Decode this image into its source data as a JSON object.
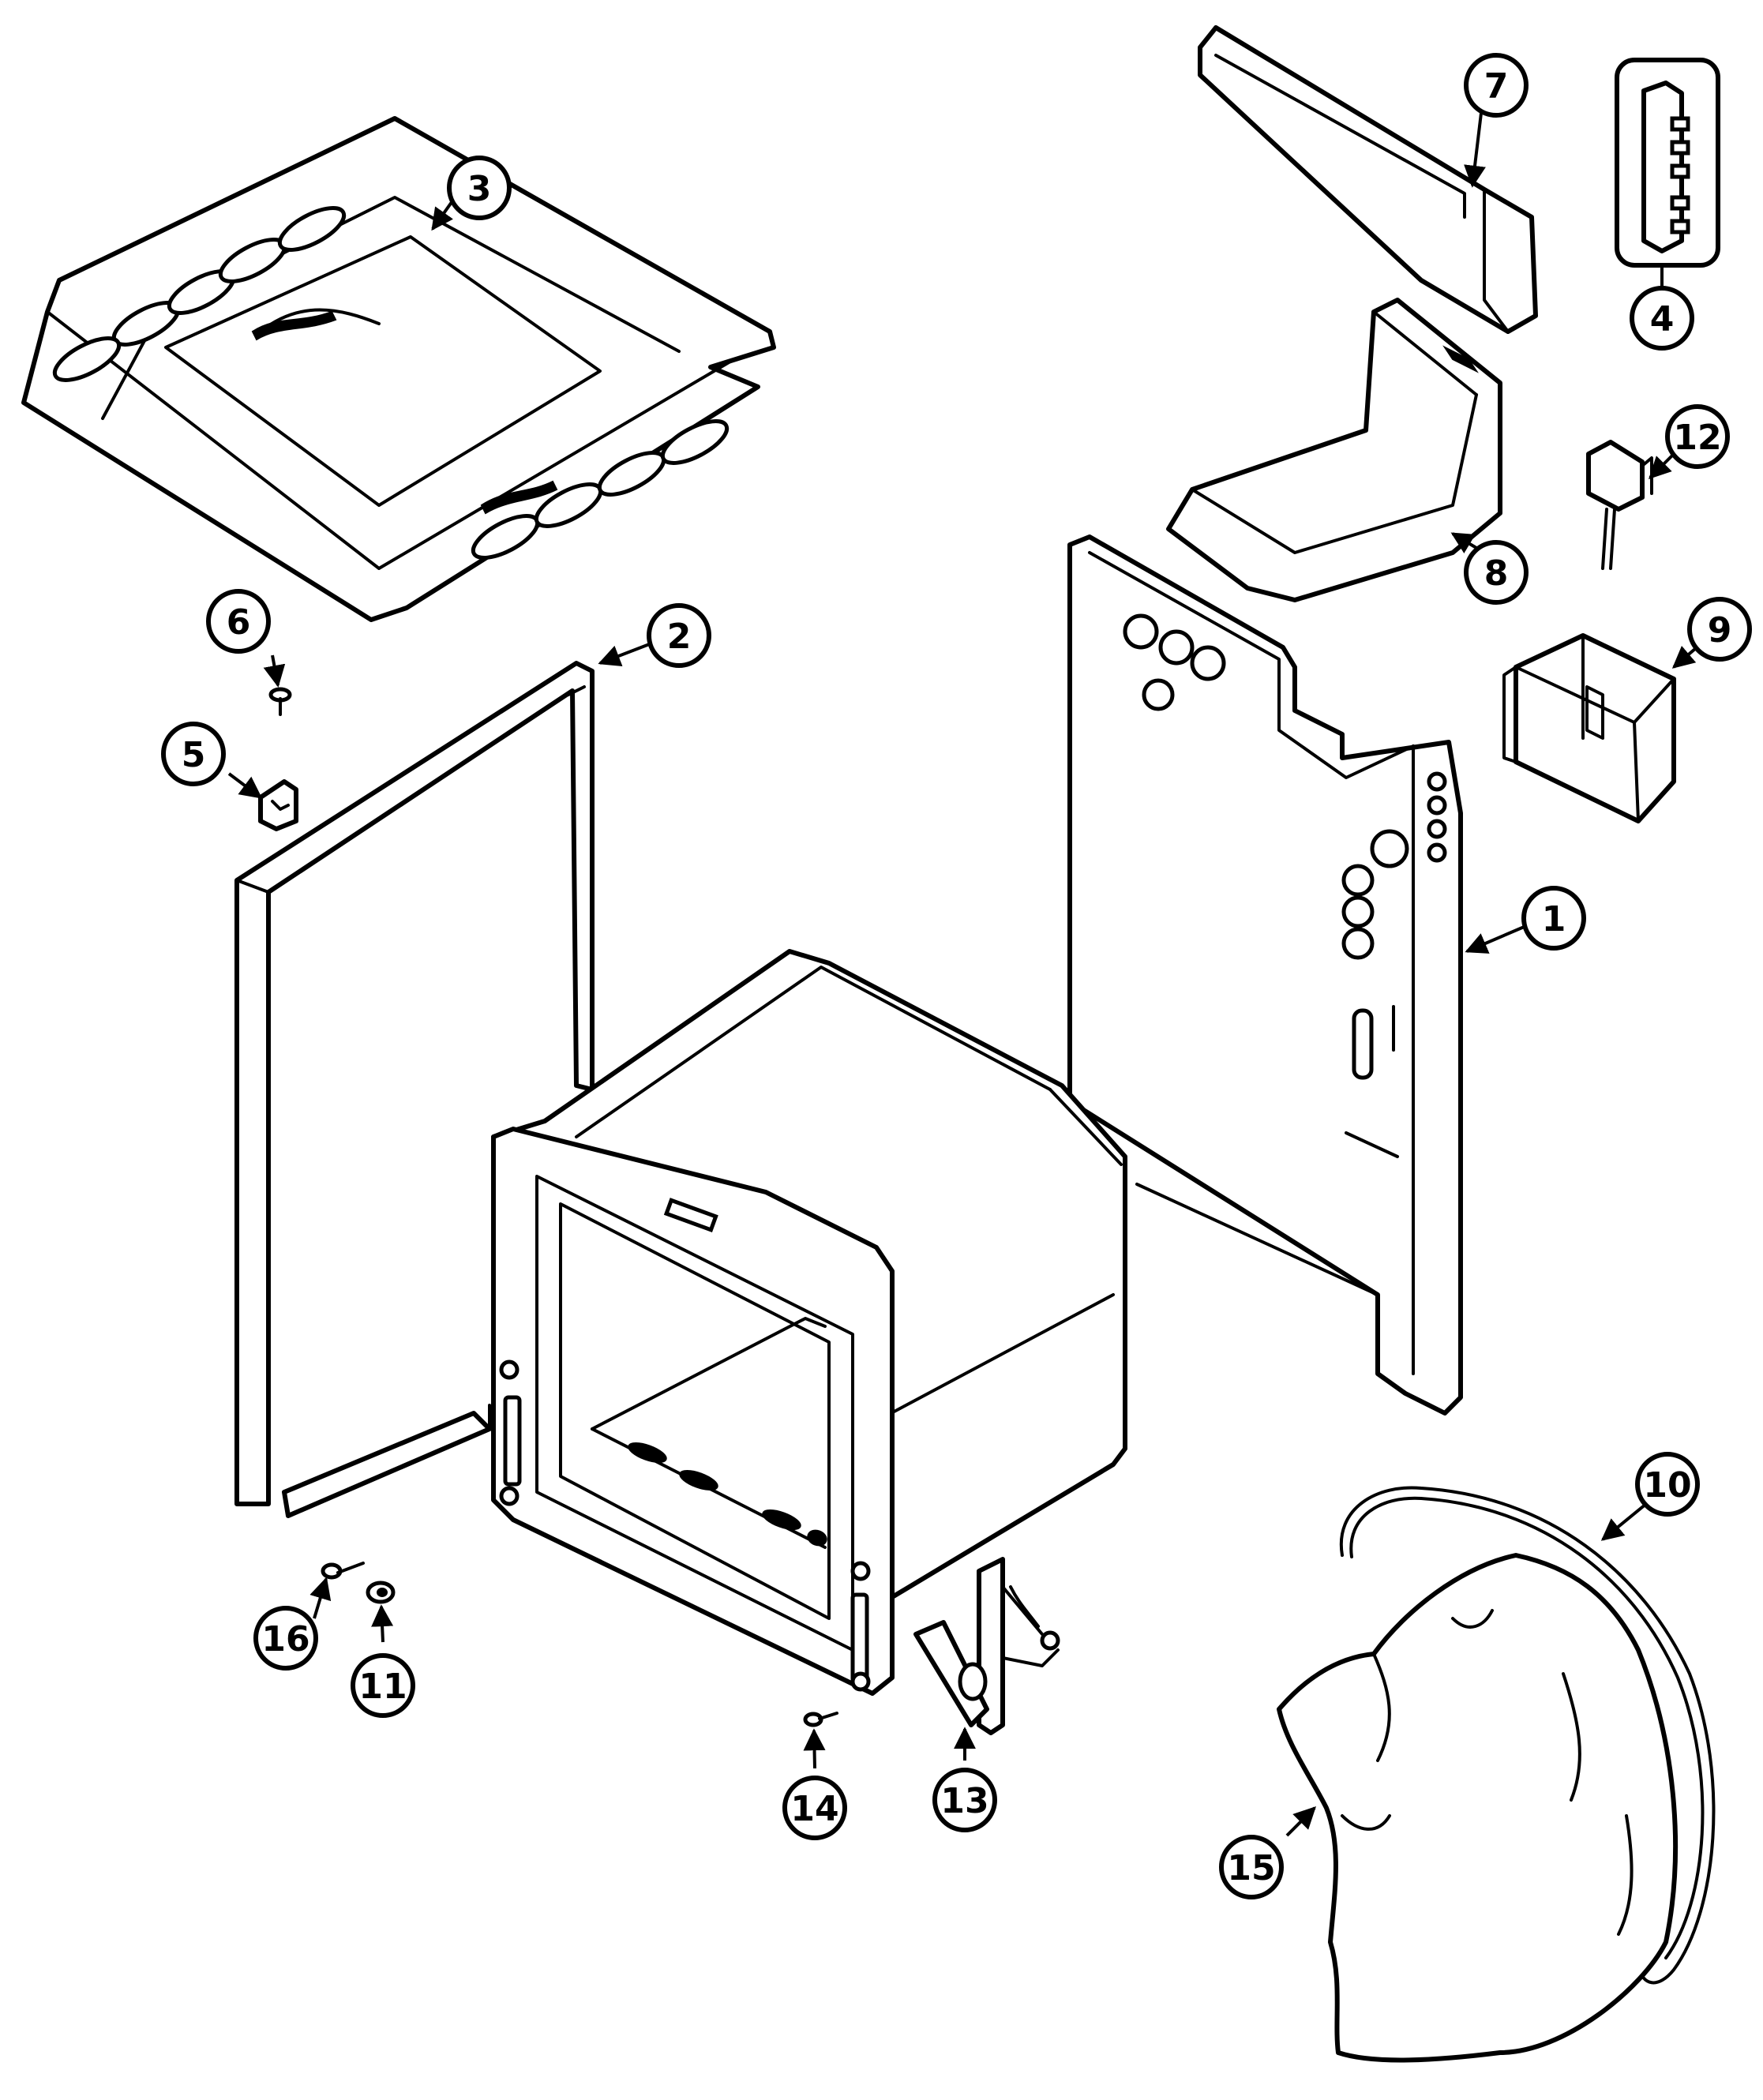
{
  "colors": {
    "line": "#000000",
    "paper": "#ffffff"
  },
  "callouts": [
    {
      "key": "1",
      "label": "1"
    },
    {
      "key": "2",
      "label": "2"
    },
    {
      "key": "3",
      "label": "3"
    },
    {
      "key": "4",
      "label": "4"
    },
    {
      "key": "5",
      "label": "5"
    },
    {
      "key": "6",
      "label": "6"
    },
    {
      "key": "7",
      "label": "7"
    },
    {
      "key": "8",
      "label": "8"
    },
    {
      "key": "9",
      "label": "9"
    },
    {
      "key": "10",
      "label": "10"
    },
    {
      "key": "11",
      "label": "11"
    },
    {
      "key": "12",
      "label": "12"
    },
    {
      "key": "13",
      "label": "13"
    },
    {
      "key": "14",
      "label": "14"
    },
    {
      "key": "15",
      "label": "15"
    },
    {
      "key": "16",
      "label": "16"
    }
  ]
}
